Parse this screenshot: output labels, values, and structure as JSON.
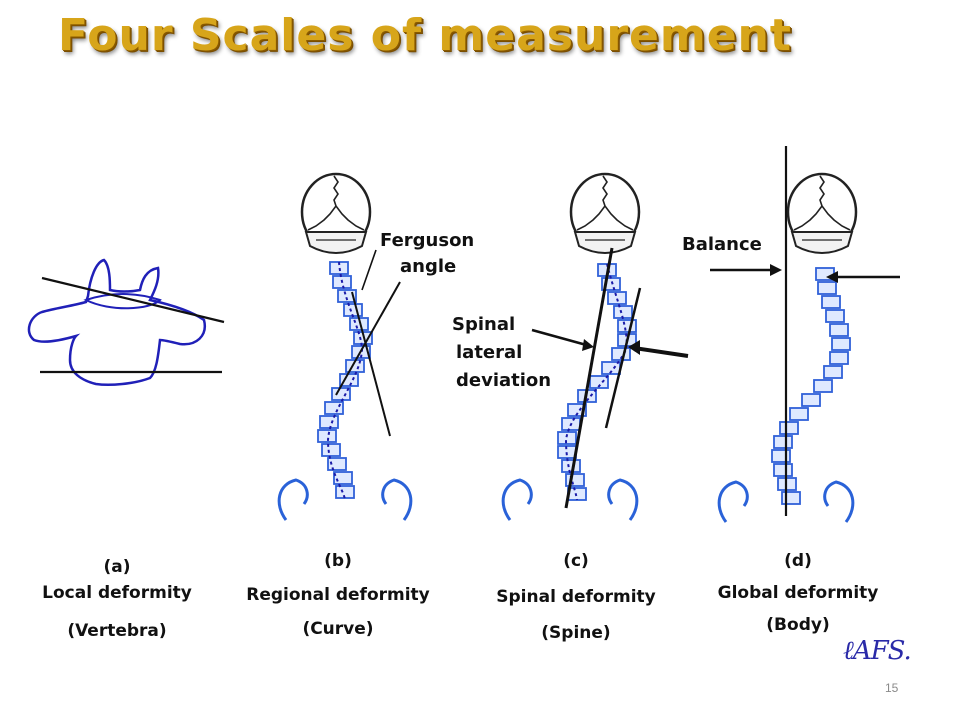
{
  "slide": {
    "title": "Four Scales of measurement",
    "page_number": "15",
    "signature": "ℓAFS."
  },
  "colors": {
    "title": "#d7a51a",
    "spine": "#2a2acc",
    "vertebra": "#3a72e0",
    "line": "#000000"
  },
  "annotations": {
    "ferguson_line1": "Ferguson",
    "ferguson_line2": "angle",
    "spinal_line1": "Spinal",
    "spinal_line2": "lateral",
    "spinal_line3": "deviation",
    "balance": "Balance"
  },
  "panels": [
    {
      "letter": "(a)",
      "caption": "Local deformity",
      "sub": "(Vertebra)"
    },
    {
      "letter": "(b)",
      "caption": "Regional deformity",
      "sub": "(Curve)"
    },
    {
      "letter": "(c)",
      "caption": "Spinal deformity",
      "sub": "(Spine)"
    },
    {
      "letter": "(d)",
      "caption": "Global deformity",
      "sub": "(Body)"
    }
  ]
}
